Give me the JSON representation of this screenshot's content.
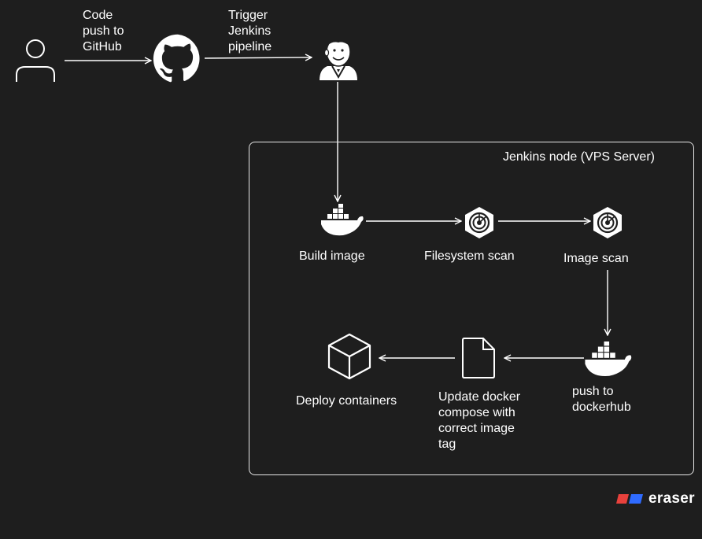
{
  "labels": {
    "push": "Code\npush to\nGitHub",
    "trigger": "Trigger\nJenkins\npipeline",
    "node_title": "Jenkins node (VPS Server)",
    "build": "Build image",
    "fs_scan": "Filesystem scan",
    "img_scan": "Image scan",
    "push_hub": "push to\ndockerhub",
    "update": "Update docker\ncompose with\ncorrect image\ntag",
    "deploy": "Deploy containers"
  },
  "icons": {
    "user": "user-icon",
    "github": "github-icon",
    "jenkins": "jenkins-icon",
    "docker": "docker-icon",
    "scan": "scan-icon",
    "file": "file-icon",
    "cube": "cube-icon"
  },
  "brand": {
    "name": "eraser",
    "color_red": "#e8413c",
    "color_blue": "#2f6bff"
  },
  "colors": {
    "background": "#1e1e1e",
    "stroke": "#ffffff"
  }
}
